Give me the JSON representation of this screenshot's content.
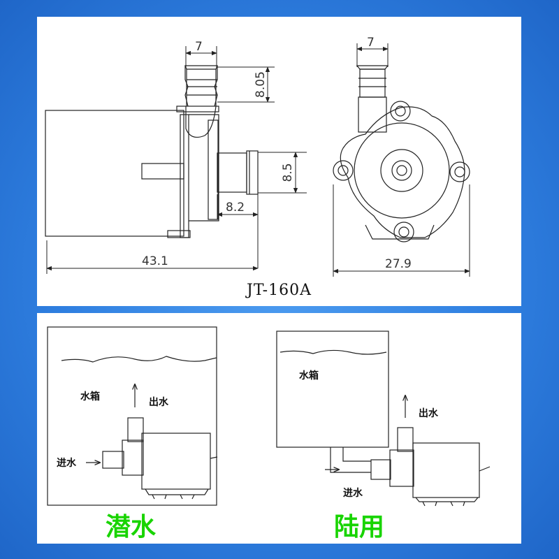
{
  "drawing": {
    "model": "JT-160A",
    "dimensions": {
      "side_inlet_width": "7",
      "side_inlet_height": "8.05",
      "side_outlet_diameter": "8.5",
      "side_outlet_length": "8.2",
      "total_length": "43.1",
      "front_inlet_width": "7",
      "front_width": "27.9"
    }
  },
  "install": {
    "submerged": {
      "mode_label": "潜水",
      "tank_label": "水箱",
      "outlet_label": "出水",
      "inlet_label": "进水"
    },
    "land": {
      "mode_label": "陆用",
      "tank_label": "水箱",
      "outlet_label": "出水",
      "inlet_label": "进水"
    }
  }
}
